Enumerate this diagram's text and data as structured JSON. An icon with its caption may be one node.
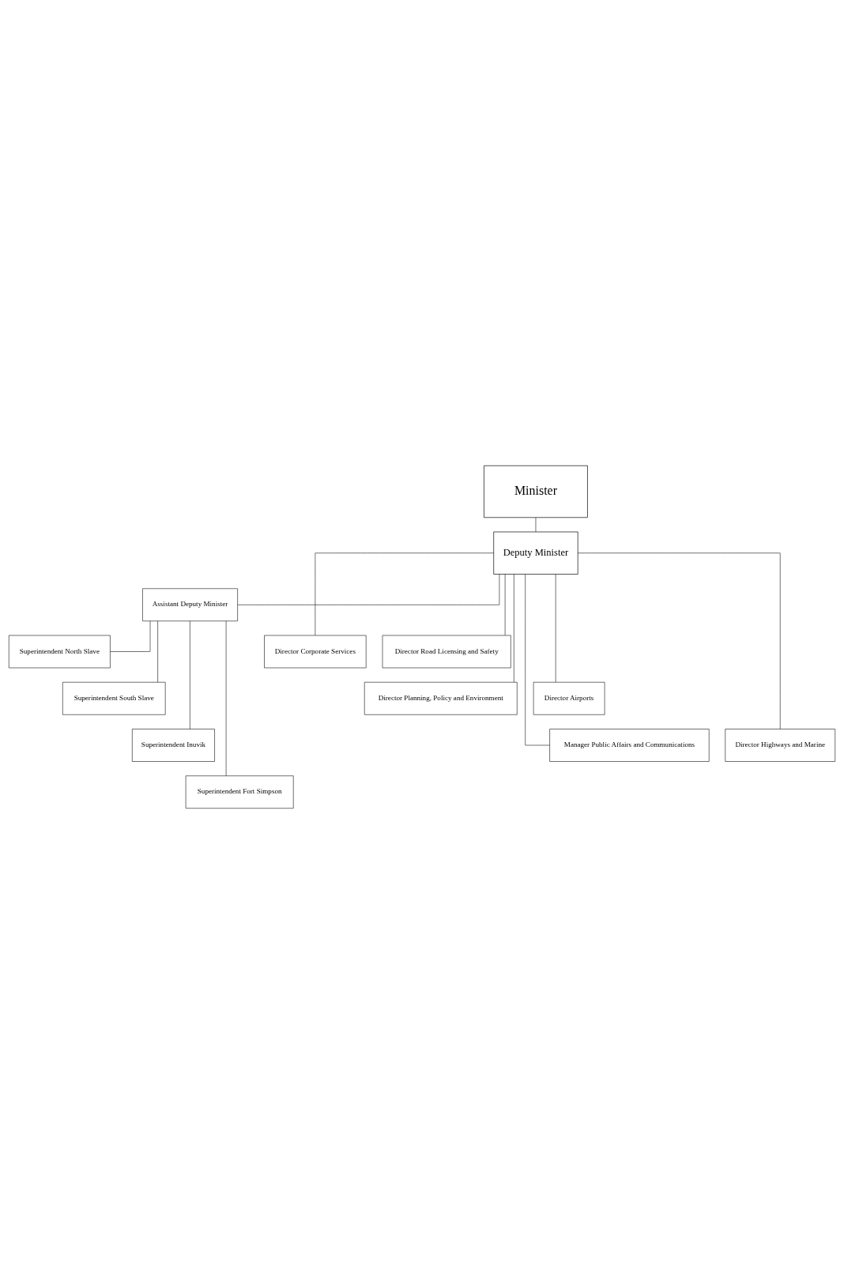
{
  "diagram": {
    "nodes": [
      {
        "text": [
          "Minister"
        ]
      },
      {
        "text": [
          "Deputy Minister"
        ]
      },
      {
        "text": [
          "Assistant Deputy Minister"
        ]
      },
      {
        "text": [
          "Superintendent North Slave"
        ]
      },
      {
        "text": [
          "Superintendent South Slave"
        ]
      },
      {
        "text": [
          "Superintendent Inuvik"
        ]
      },
      {
        "text": [
          "Superintendent Fort Simpson"
        ]
      },
      {
        "text": [
          "Director Corporate Services"
        ]
      },
      {
        "text": [
          "Director Road Licensing and Safety"
        ]
      },
      {
        "text": [
          "Director Planning, Policy and Environment"
        ]
      },
      {
        "text": [
          "Director Airports"
        ]
      },
      {
        "text": [
          "Manager Public Affairs and Communications"
        ]
      },
      {
        "text": [
          "Director Highways and Marine"
        ]
      }
    ],
    "edges": [
      {
        "from": 0,
        "to": 1,
        "arrow": "none"
      },
      {
        "from": 1,
        "to": 2,
        "arrow": "none"
      },
      {
        "from": 2,
        "to": 3,
        "arrow": "none"
      },
      {
        "from": 2,
        "to": 4,
        "arrow": "none"
      },
      {
        "from": 2,
        "to": 5,
        "arrow": "none"
      },
      {
        "from": 2,
        "to": 6,
        "arrow": "none"
      },
      {
        "from": 1,
        "to": 7,
        "arrow": "none"
      },
      {
        "from": 1,
        "to": 8,
        "arrow": "none"
      },
      {
        "from": 1,
        "to": 9,
        "arrow": "none"
      },
      {
        "from": 1,
        "to": 10,
        "arrow": "none"
      },
      {
        "from": 1,
        "to": 11,
        "arrow": "none"
      },
      {
        "from": 1,
        "to": 12,
        "arrow": "none"
      }
    ]
  }
}
